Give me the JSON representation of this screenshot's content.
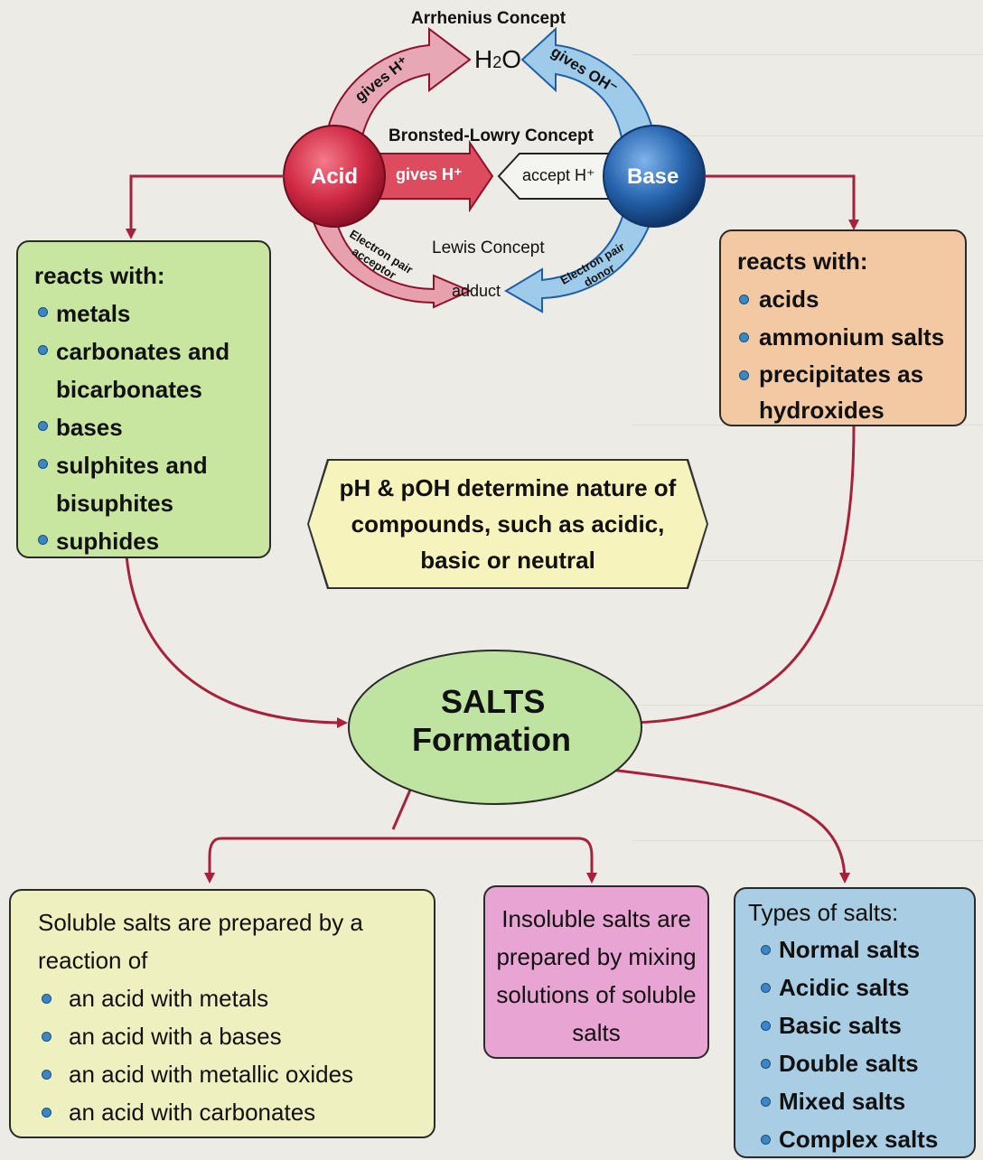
{
  "concepts": {
    "arrhenius": {
      "title": "Arrhenius Concept",
      "water": "H2O",
      "acid_gives": "gives H⁺",
      "base_gives": "gives OH⁻"
    },
    "bronsted": {
      "title": "Bronsted-Lowry Concept",
      "acid_gives": "gives H⁺",
      "base_accepts": "accept H⁺"
    },
    "lewis": {
      "title": "Lewis Concept",
      "acid_role": "Electron pair acceptor",
      "base_role": "Electron pair donor",
      "product": "adduct"
    },
    "acid_label": "Acid",
    "base_label": "Base"
  },
  "acid_box": {
    "heading": "reacts with:",
    "items": [
      "metals",
      "carbonates and bicarbonates",
      "bases",
      "sulphites and bisuphites",
      "suphides"
    ]
  },
  "base_box": {
    "heading": "reacts with:",
    "items": [
      "acids",
      "ammonium salts",
      "precipitates as hydroxides"
    ]
  },
  "ph_note": "pH & pOH determine nature of compounds, such as acidic, basic or neutral",
  "center": {
    "line1": "SALTS",
    "line2": "Formation"
  },
  "soluble_box": {
    "heading": "Soluble salts are prepared by a reaction of",
    "items": [
      "an acid with metals",
      "an acid with a bases",
      "an acid with metallic oxides",
      "an acid with carbonates"
    ]
  },
  "insoluble_box": {
    "text": "Insoluble salts are prepared by mixing solutions of soluble salts"
  },
  "types_box": {
    "heading": "Types of salts:",
    "items": [
      "Normal salts",
      "Acidic salts",
      "Basic salts",
      "Double salts",
      "Mixed salts",
      "Complex salts"
    ]
  },
  "colors": {
    "acid": "#c8213a",
    "base": "#1f5fa6",
    "green_box": "#c8e6a0",
    "peach_box": "#f3c9a3",
    "yellow_box": "#eef0c0",
    "pink_box": "#e8a5d3",
    "blue_box": "#a9cde3",
    "ellipse": "#bfe3a0",
    "connector": "#b0213a"
  }
}
